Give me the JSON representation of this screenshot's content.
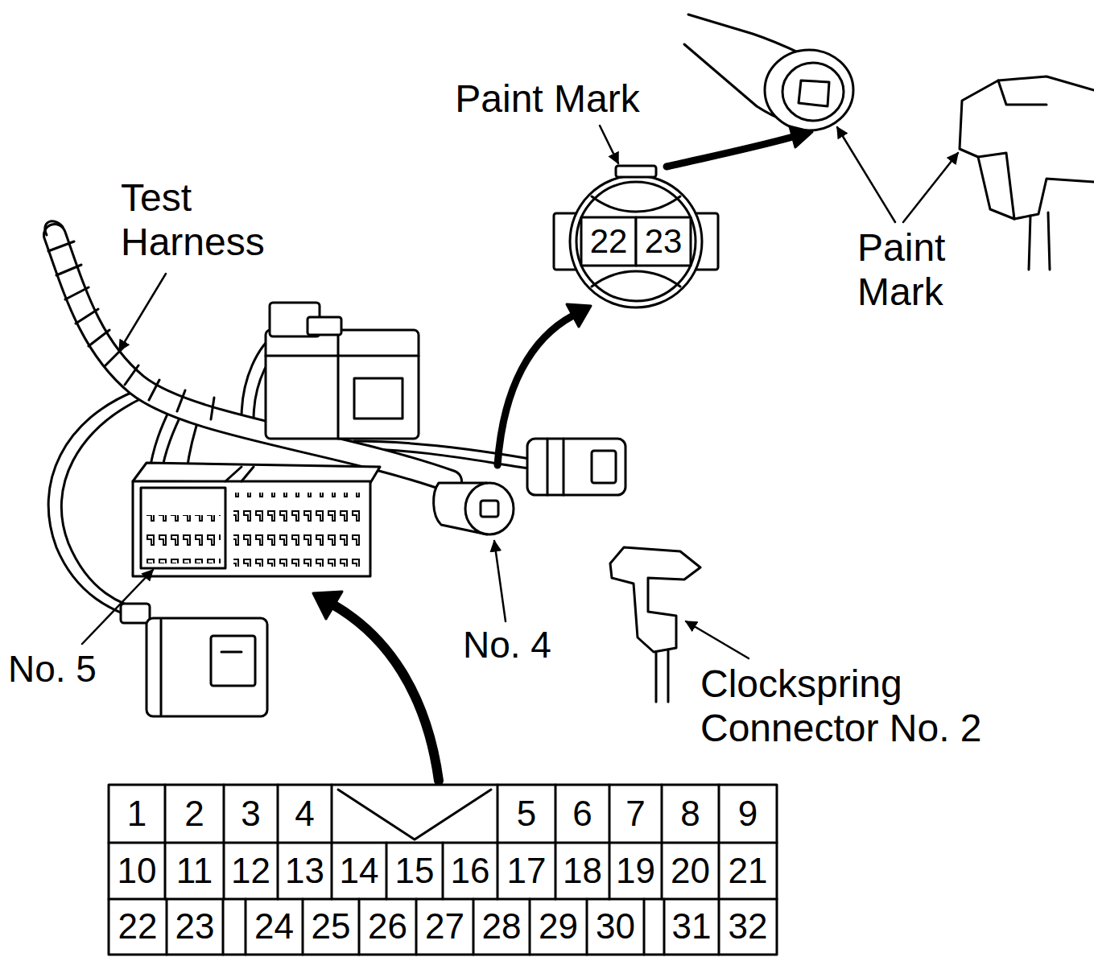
{
  "diagram": {
    "labels": [
      "Paint Mark",
      "Test Harness",
      "22",
      "23",
      "Paint Mark",
      "No. 5",
      "No. 4",
      "Clockspring Connector No. 2",
      "1",
      "2",
      "3",
      "4",
      "5",
      "6",
      "7",
      "8",
      "9",
      "10",
      "11",
      "12",
      "13",
      "14",
      "15",
      "16",
      "17",
      "18",
      "19",
      "20",
      "21",
      "22",
      "23",
      "24",
      "25",
      "26",
      "27",
      "28",
      "29",
      "30",
      "31",
      "32"
    ]
  }
}
